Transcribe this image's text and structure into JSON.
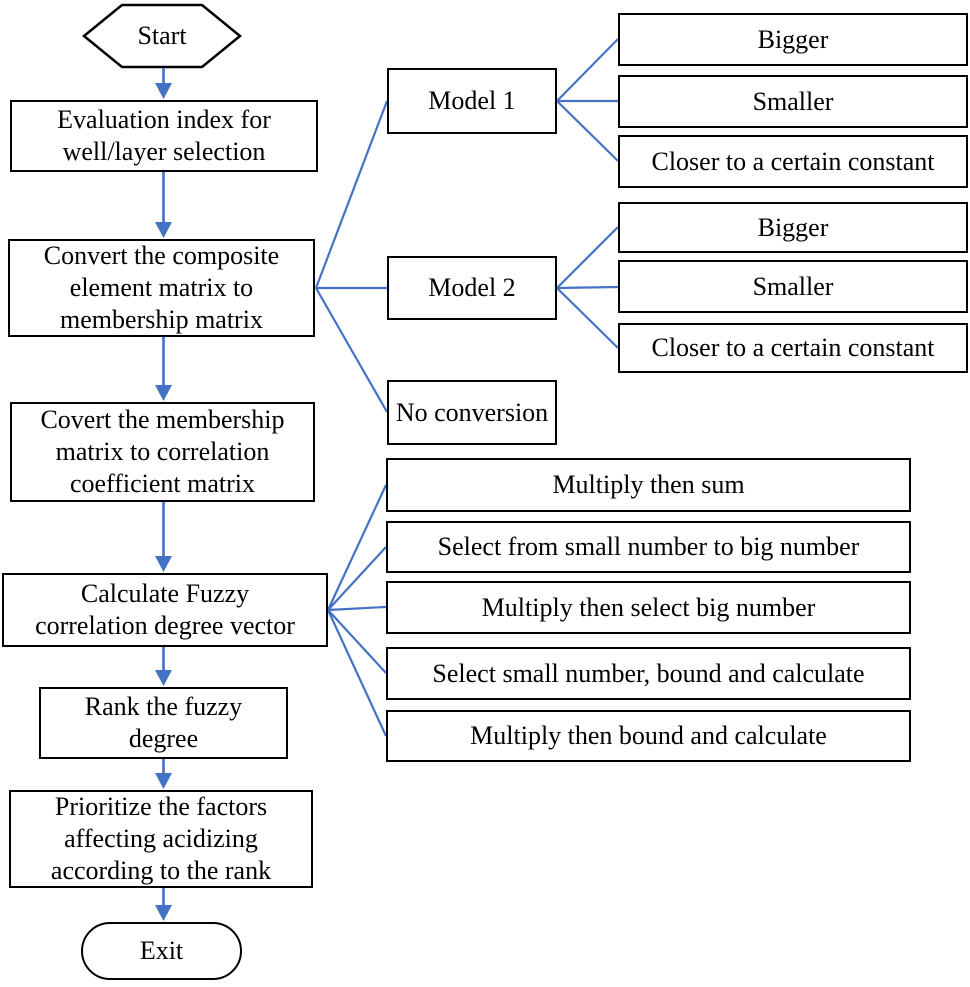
{
  "colors": {
    "connector": "#4472c4",
    "node_border": "#000000",
    "node_fill": "#ffffff",
    "text": "#000000"
  },
  "flow": {
    "start": {
      "label": "Start"
    },
    "steps": [
      {
        "lines": [
          "Evaluation index for",
          "well/layer selection"
        ]
      },
      {
        "lines": [
          "Convert the composite",
          "element matrix to",
          "membership matrix"
        ]
      },
      {
        "lines": [
          "Covert the membership",
          "matrix to correlation",
          "coefficient matrix"
        ]
      },
      {
        "lines": [
          "Calculate Fuzzy",
          "correlation degree vector"
        ]
      },
      {
        "lines": [
          "Rank the fuzzy",
          "degree"
        ]
      },
      {
        "lines": [
          "Prioritize the factors",
          "affecting acidizing",
          "according to the rank"
        ]
      }
    ],
    "exit": {
      "label": "Exit"
    }
  },
  "conversion": {
    "model1": {
      "label": "Model 1",
      "options": [
        "Bigger",
        "Smaller",
        "Closer to a certain constant"
      ]
    },
    "model2": {
      "label": "Model 2",
      "options": [
        "Bigger",
        "Smaller",
        "Closer to a certain constant"
      ]
    },
    "no_conversion": {
      "label": "No conversion"
    }
  },
  "fuzzy_methods": [
    "Multiply then sum",
    "Select from small number to big number",
    "Multiply then select big number",
    "Select small number, bound and calculate",
    "Multiply then bound and calculate"
  ]
}
